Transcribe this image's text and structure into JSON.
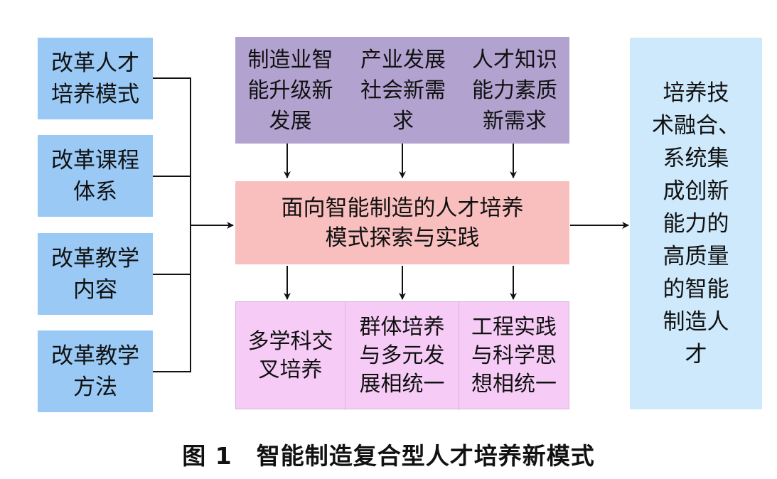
{
  "diagram": {
    "left_items": [
      "改革人才\n培养模式",
      "改革课程\n体系",
      "改革教学\n内容",
      "改革教学\n方法"
    ],
    "top_items": [
      "制造业智\n能升级新\n发展",
      "产业发展\n社会新需\n求",
      "人才知识\n能力素质\n新需求"
    ],
    "center": "面向智能制造的人才培养\n模式探索与实践",
    "bottom_items": [
      "多学科交\n叉培养",
      "群体培养\n与多元发\n展相统一",
      "工程实践\n与科学思\n想相统一"
    ],
    "right": "培养技\n术融合、\n系统集\n成创新\n能力的\n高质量\n的智能\n制造人\n才"
  },
  "caption": "图 1　智能制造复合型人才培养新模式",
  "colors": {
    "left_fill": "#99c9f4",
    "top_fill": "#b2a2cf",
    "center_fill": "#f9bfbe",
    "bottom_fill": "#f6ccf7",
    "right_fill": "#cde9fb",
    "line": "#111111"
  }
}
